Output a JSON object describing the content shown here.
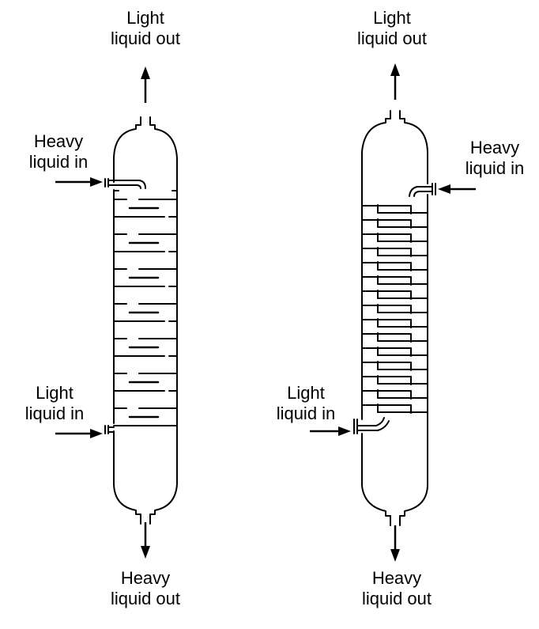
{
  "left_column": {
    "top_label": [
      "Light",
      "liquid out"
    ],
    "heavy_in_label": [
      "Heavy",
      "liquid in"
    ],
    "light_in_label": [
      "Light",
      "liquid in"
    ],
    "bottom_label": [
      "Heavy",
      "liquid out"
    ]
  },
  "right_column": {
    "top_label": [
      "Light",
      "liquid out"
    ],
    "heavy_in_label": [
      "Heavy",
      "liquid in"
    ],
    "light_in_label": [
      "Light",
      "liquid in"
    ],
    "bottom_label": [
      "Heavy",
      "liquid out"
    ]
  }
}
